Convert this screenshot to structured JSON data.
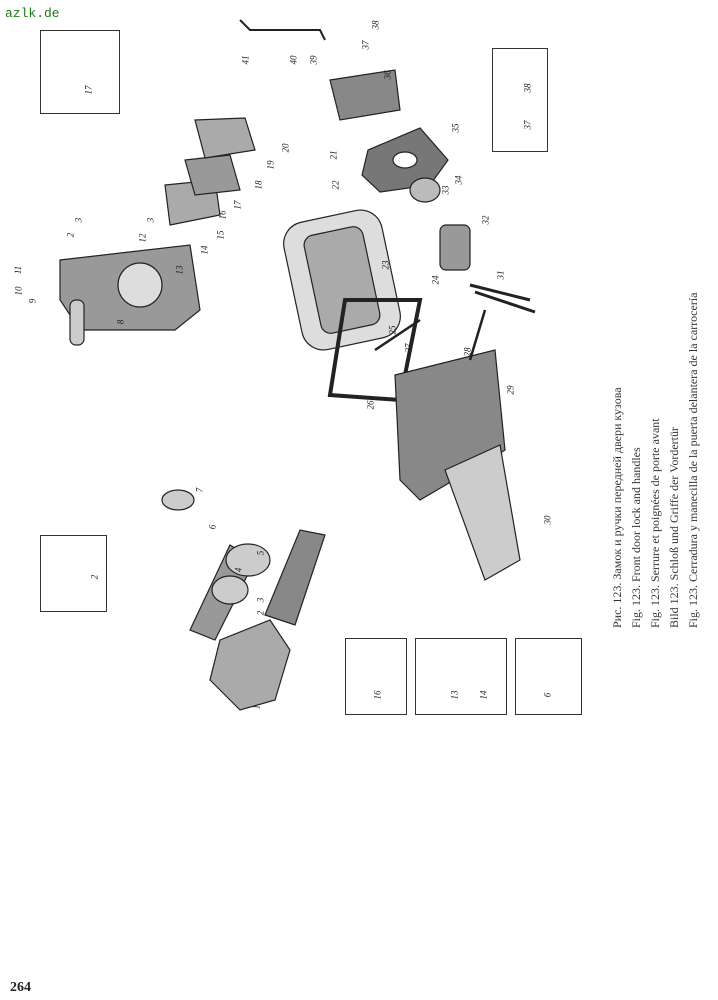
{
  "watermark": "azlk.de",
  "page_number": "264",
  "caption": [
    "Рис. 123. Замок и ручки передней двери кузова",
    "Fig. 123. Front door lock and handles",
    "Fig. 123. Serrure et poignées de porte avant",
    "Bild 123. Schloß und Griffe der Vordertür",
    "Fig. 123. Cerradura y manecilla de la puerta delantera de la carrocería"
  ],
  "callouts": [
    "1",
    "2",
    "3",
    "4",
    "5",
    "6",
    "7",
    "8",
    "9",
    "10",
    "11",
    "12",
    "13",
    "14",
    "15",
    "16",
    "17",
    "18",
    "19",
    "20",
    "21",
    "22",
    "23",
    "24",
    "25",
    "26",
    "27",
    "28",
    "29",
    "30",
    "31",
    "32",
    "33",
    "34",
    "35",
    "36",
    "37",
    "38",
    "39",
    "40",
    "41"
  ]
}
